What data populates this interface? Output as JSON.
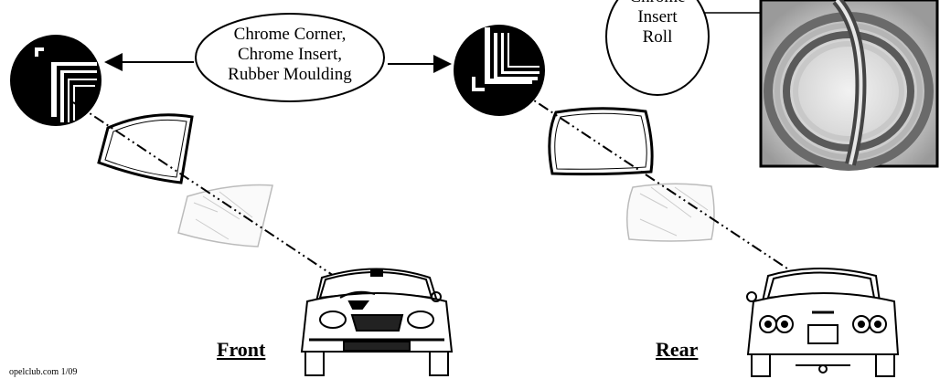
{
  "callout_center": {
    "lines": [
      "Chrome Corner,",
      "Chrome Insert,",
      "Rubber Moulding"
    ]
  },
  "callout_roll": {
    "lines": [
      "Chrome",
      "Insert",
      "Roll"
    ]
  },
  "captions": {
    "front": "Front",
    "rear": "Rear"
  },
  "footer": "opelclub.com 1/09",
  "icons": [
    "front-corner-detail-icon",
    "rear-corner-detail-icon",
    "front-windshield-seal-icon",
    "rear-window-seal-icon",
    "front-glass-icon",
    "rear-glass-icon",
    "car-front-view-icon",
    "car-rear-view-icon",
    "chrome-insert-roll-photo"
  ]
}
